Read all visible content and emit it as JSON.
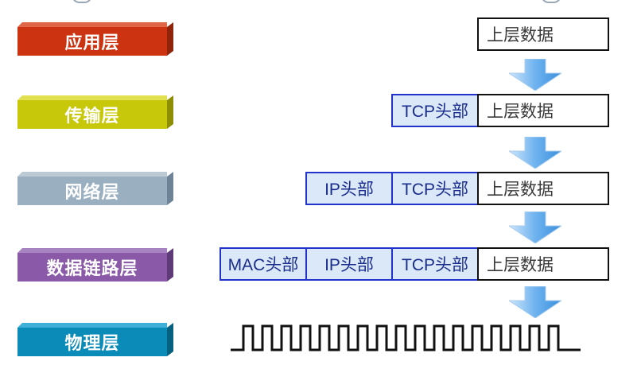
{
  "layers": [
    {
      "label": "应用层",
      "color": "#cc3311"
    },
    {
      "label": "传输层",
      "color": "#c8c80a"
    },
    {
      "label": "网络层",
      "color": "#9aafc0"
    },
    {
      "label": "数据链路层",
      "color": "#8a5aa8"
    },
    {
      "label": "物理层",
      "color": "#0a8bb8"
    }
  ],
  "packets": {
    "upper_data": "上层数据",
    "tcp_header": "TCP头部",
    "ip_header": "IP头部",
    "mac_header": "MAC头部"
  }
}
